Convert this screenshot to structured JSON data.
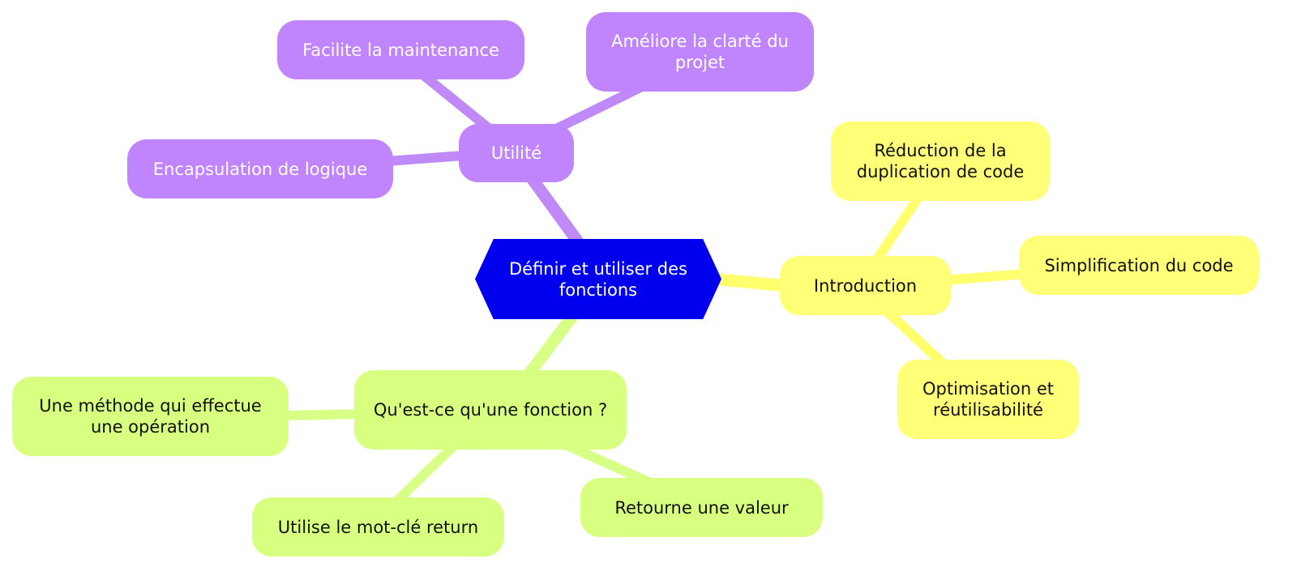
{
  "colors": {
    "root": "#0000ee",
    "branch_purple": "#c084fc",
    "branch_yellow": "#ffff78",
    "branch_green": "#d9ff80",
    "edge_purple": "#bf8af8",
    "edge_yellow": "#ffff6e",
    "edge_green": "#d8ff86"
  },
  "mindmap": {
    "root": "Définir et utiliser des fonctions",
    "branches": [
      {
        "label": "Utilité",
        "children": [
          "Facilite la maintenance",
          "Améliore la clarté du projet",
          "Encapsulation de logique"
        ]
      },
      {
        "label": "Introduction",
        "children": [
          "Réduction de la duplication de code",
          "Simplification du code",
          "Optimisation et réutilisabilité"
        ]
      },
      {
        "label": "Qu'est-ce qu'une fonction ?",
        "children": [
          "Une méthode qui effectue une opération",
          "Utilise le mot-clé return",
          "Retourne une valeur"
        ]
      }
    ]
  }
}
